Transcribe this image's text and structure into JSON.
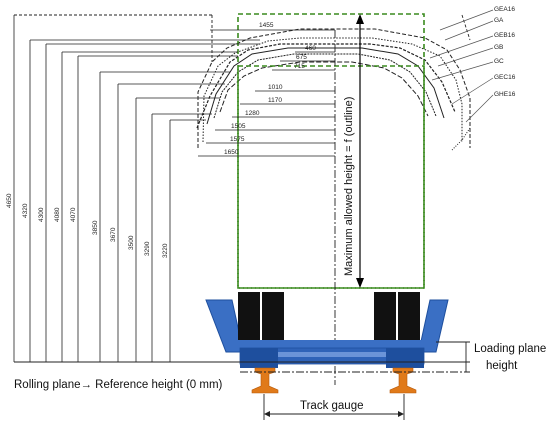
{
  "gauge_labels": [
    "GEA16",
    "GA",
    "GEB16",
    "GB",
    "GC",
    "GEC16",
    "GHE16"
  ],
  "vertical_dims": [
    "4650",
    "4320",
    "4300",
    "4080",
    "4070",
    "3850",
    "3670",
    "3500",
    "3290",
    "3220"
  ],
  "horizontal_dims": [
    "1455",
    "460",
    "675",
    "715",
    "1010",
    "1170",
    "1280",
    "1505",
    "1575",
    "1650"
  ],
  "max_height_label": "Maximum allowed height = f (outline)",
  "rolling_plane_label": "Rolling plane→ Reference height (0 mm)",
  "loading_plane_label_line1": "Loading plane",
  "loading_plane_label_line2": "height",
  "track_gauge_label": "Track gauge",
  "colors": {
    "outline_dashed": "#3a8a1e",
    "wagon_frame": "#3a6fc4",
    "wagon_frame_dark": "#1e4f9e",
    "rail": "#e07a1a",
    "load_block": "#111111"
  }
}
